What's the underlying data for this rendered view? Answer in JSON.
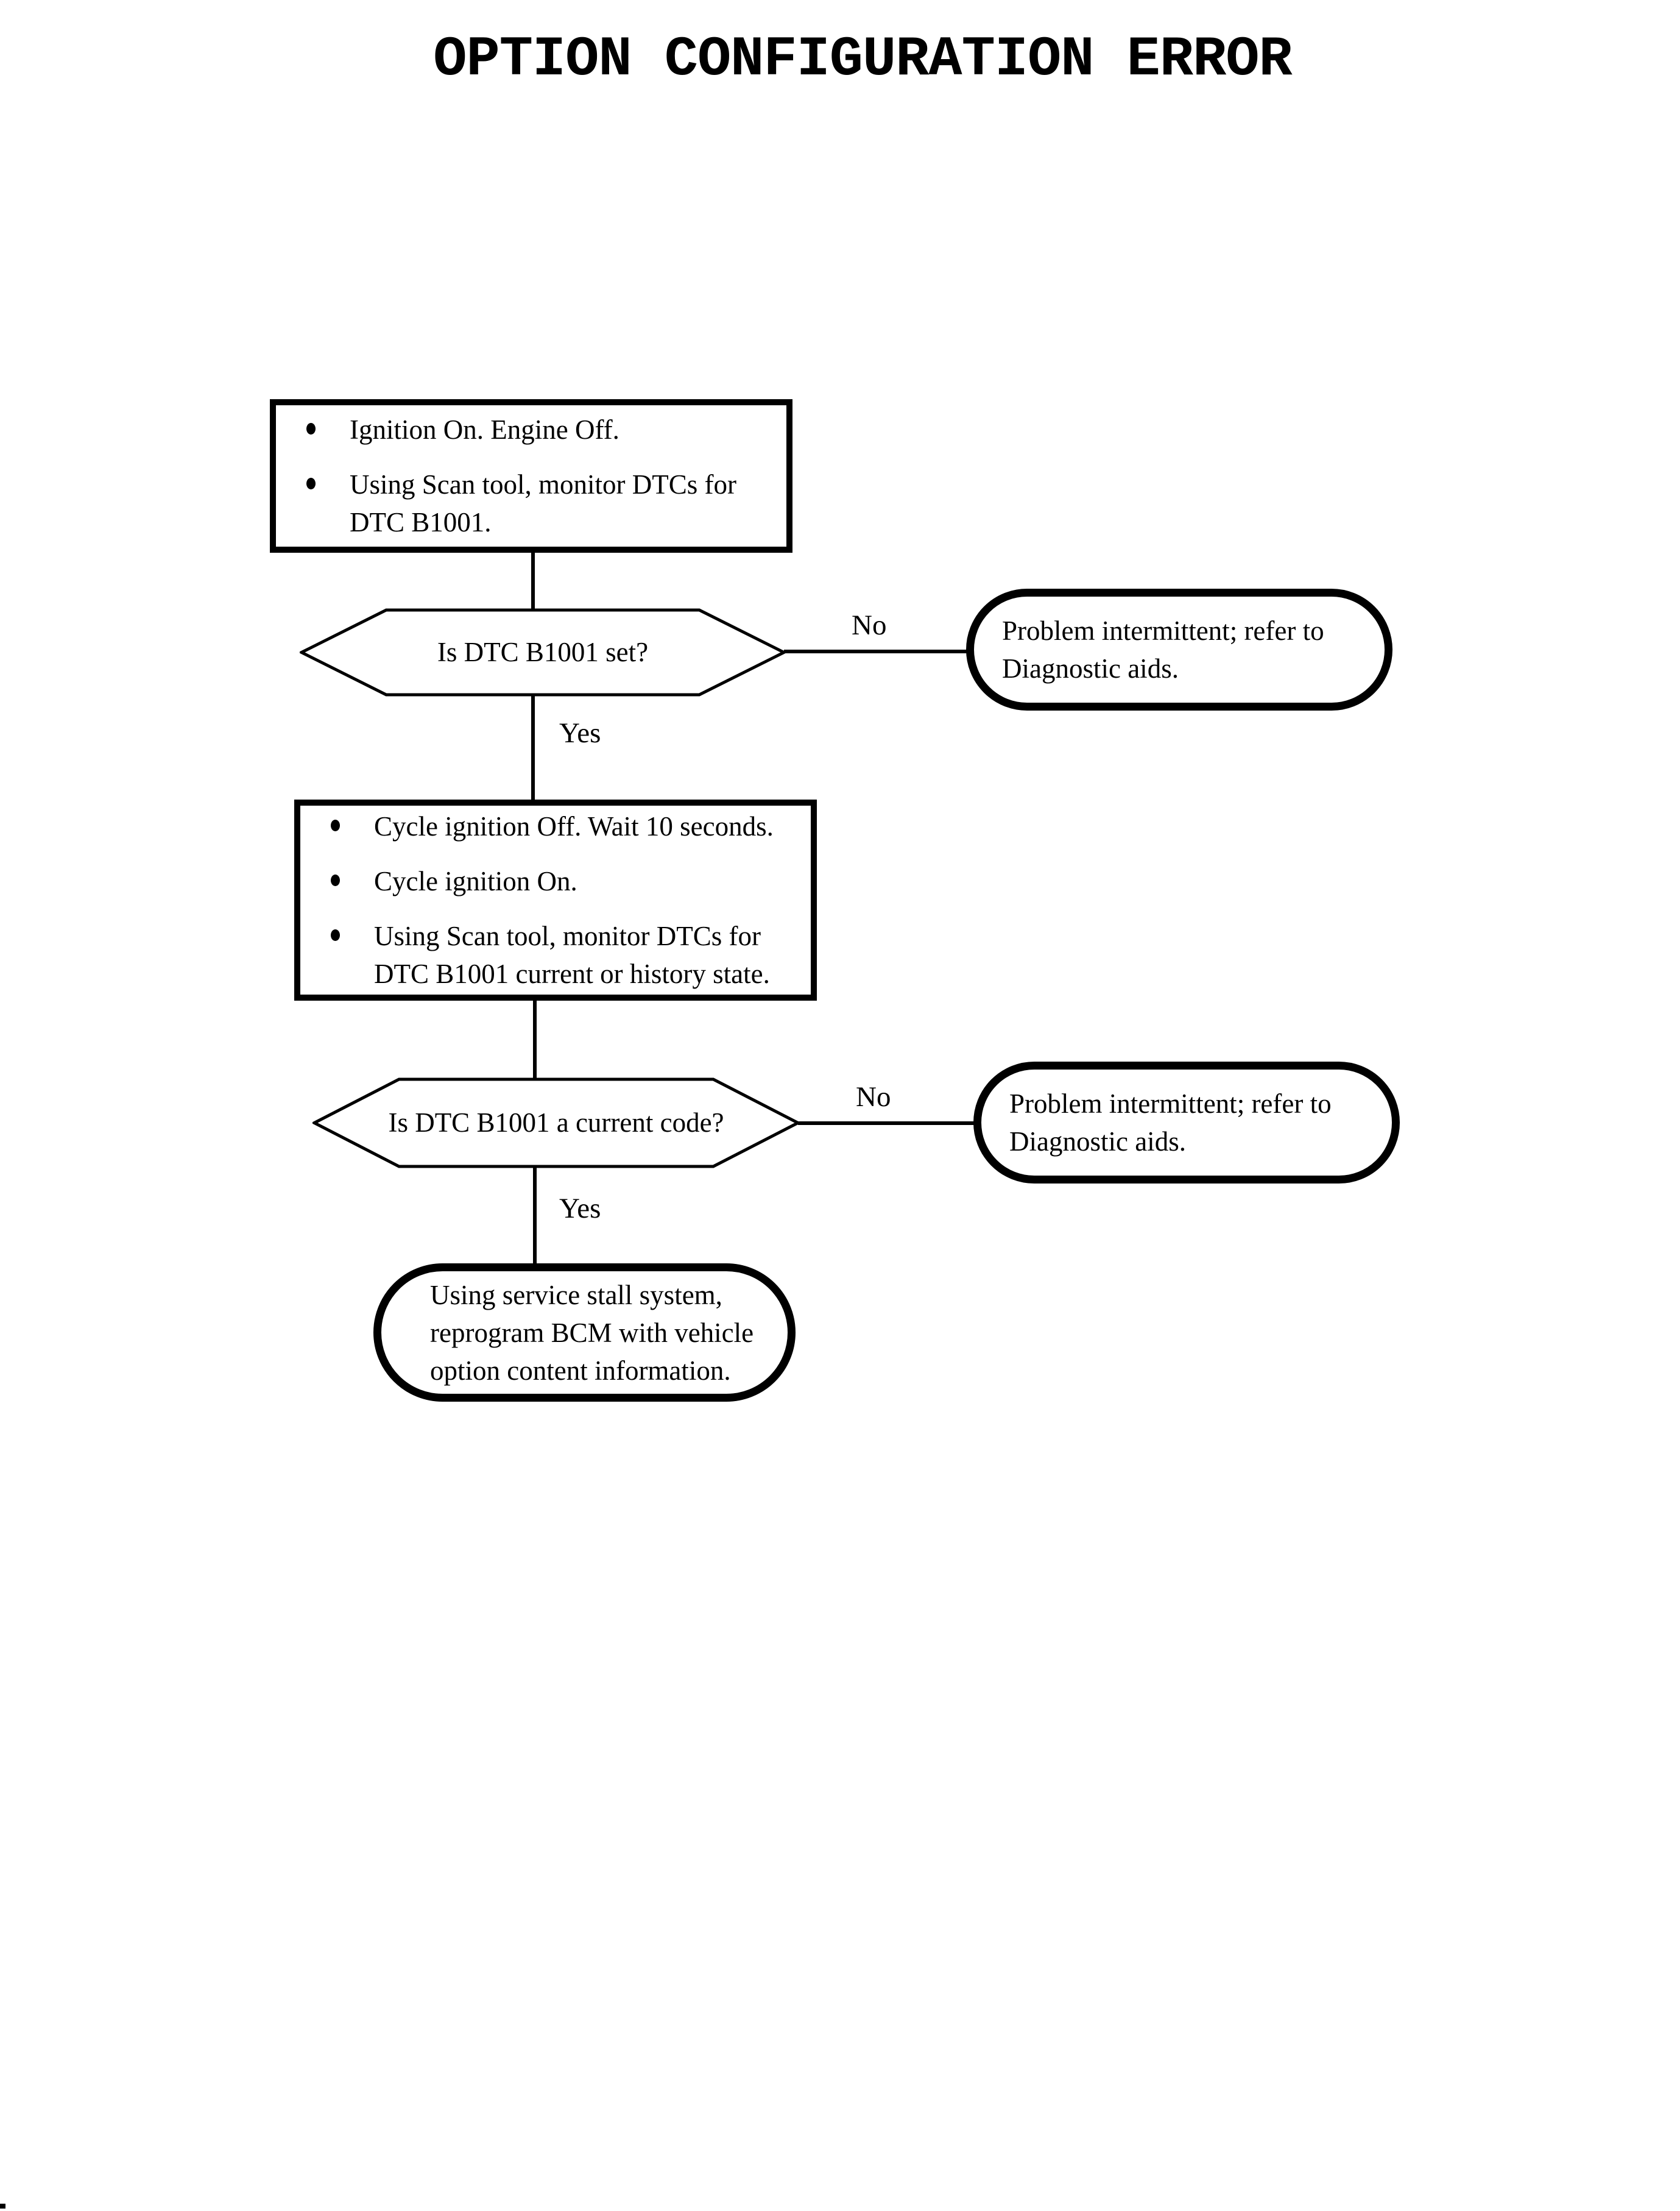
{
  "page": {
    "title": "OPTION CONFIGURATION ERROR",
    "background_color": "#ffffff",
    "ink_color": "#000000"
  },
  "flow": {
    "step1": {
      "bullets": [
        "Ignition On. Engine Off.",
        "Using Scan tool, monitor DTCs for\nDTC B1001."
      ]
    },
    "decision1": {
      "question": "Is DTC B1001 set?",
      "no_label": "No",
      "yes_label": "Yes"
    },
    "result1": {
      "text": "Problem intermittent; refer to\nDiagnostic aids."
    },
    "step2": {
      "bullets": [
        "Cycle ignition Off. Wait 10 seconds.",
        "Cycle ignition On.",
        "Using Scan tool, monitor DTCs for\nDTC B1001 current or history state."
      ]
    },
    "decision2": {
      "question": "Is DTC B1001 a current code?",
      "no_label": "No",
      "yes_label": "Yes"
    },
    "result2": {
      "text": "Problem intermittent; refer to\nDiagnostic aids."
    },
    "terminal": {
      "text": "Using service stall system,\nreprogram BCM with vehicle\noption content information."
    }
  }
}
